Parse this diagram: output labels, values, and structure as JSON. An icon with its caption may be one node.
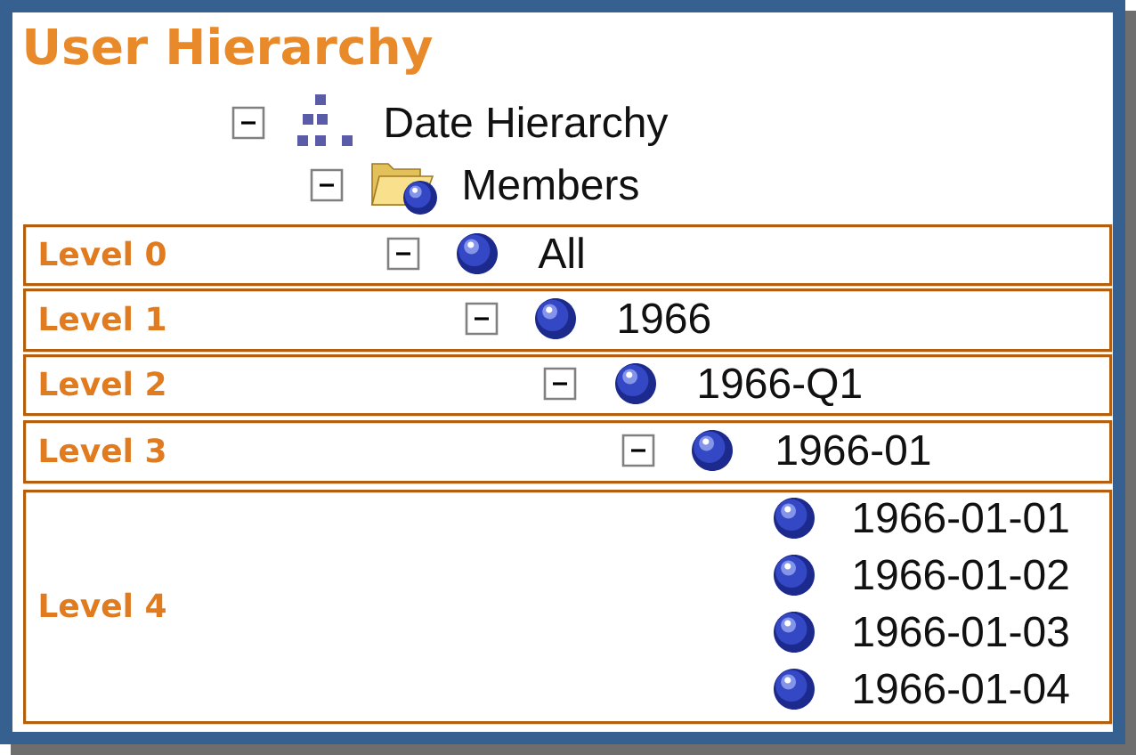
{
  "diagram": {
    "title": "User Hierarchy",
    "nodes": [
      {
        "text": [
          "Level 0",
          "All"
        ]
      },
      {
        "text": [
          "Level 1",
          "1966"
        ]
      },
      {
        "text": [
          "Level 2",
          "1966-Q1"
        ]
      },
      {
        "text": [
          "Level 3",
          "1966-01"
        ]
      },
      {
        "text": [
          "Level 4",
          "1966-01-01",
          "1966-01-02",
          "1966-01-03",
          "1966-01-04"
        ]
      }
    ],
    "labels": [
      "Date Hierarchy",
      "Members"
    ]
  }
}
